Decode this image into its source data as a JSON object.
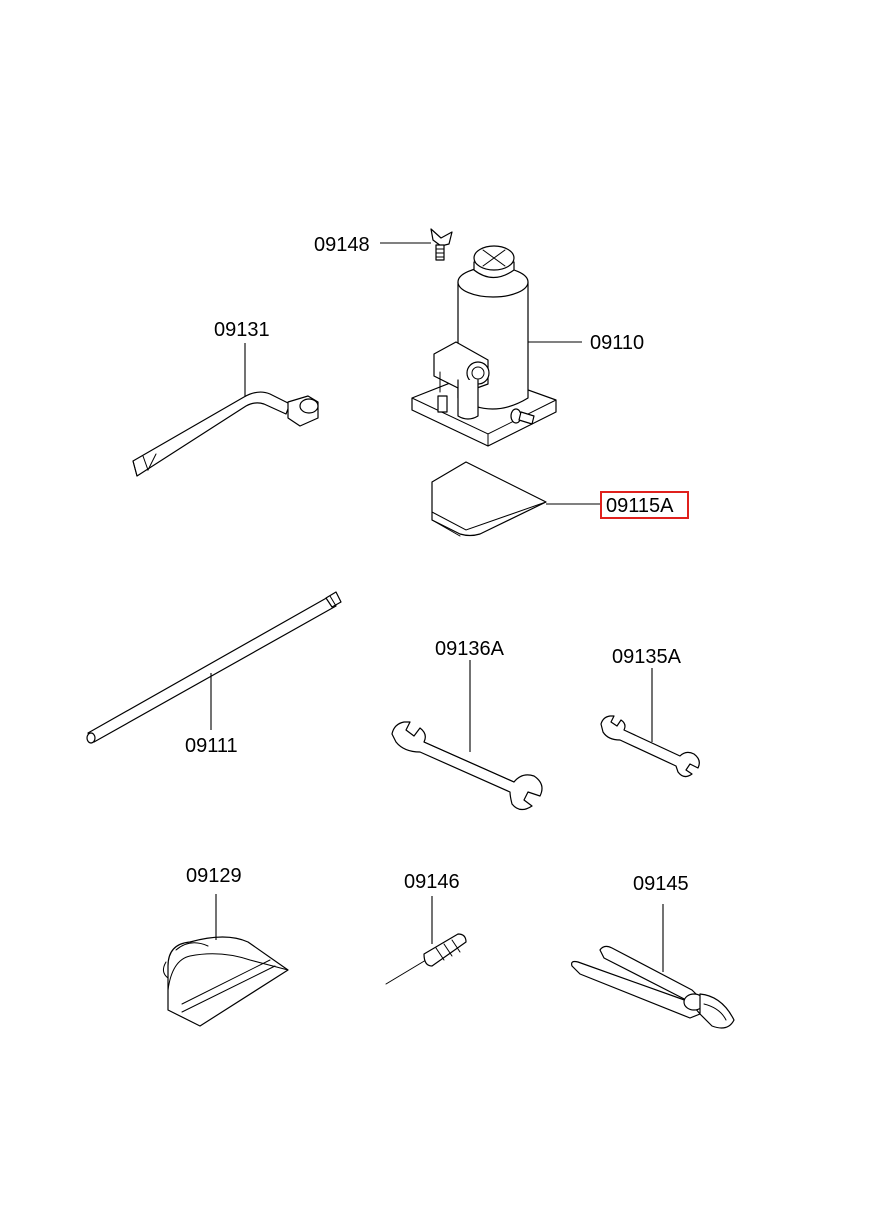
{
  "labels": {
    "p09148": "09148",
    "p09131": "09131",
    "p09110": "09110",
    "p09115A": "09115A",
    "p09111": "09111",
    "p09136A": "09136A",
    "p09135A": "09135A",
    "p09129": "09129",
    "p09146": "09146",
    "p09145": "09145"
  },
  "highlight": {
    "part": "09115A",
    "color": "#e0201c"
  }
}
